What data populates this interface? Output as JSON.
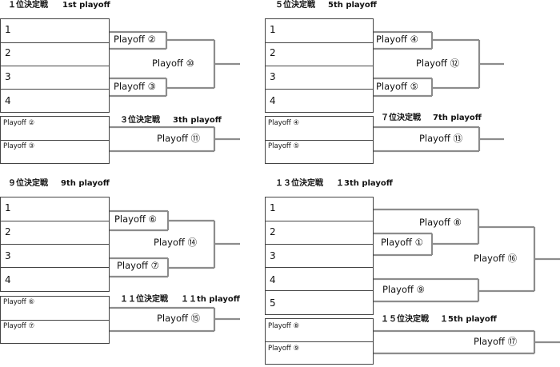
{
  "blocks": {
    "b1": {
      "heading": "１位決定戦",
      "heading_en": "1st playoff",
      "seeds": [
        "1",
        "2",
        "3",
        "4"
      ],
      "semis": [
        "Playoff ②",
        "Playoff ③"
      ],
      "final": "Playoff ⑩",
      "losers": [
        "Playoff ②",
        "Playoff ③"
      ],
      "sub_heading": "３位決定戦",
      "sub_heading_en": "3th playoff",
      "sub_final": "Playoff ⑪"
    },
    "b5": {
      "heading": "５位決定戦",
      "heading_en": "5th playoff",
      "seeds": [
        "1",
        "2",
        "3",
        "4"
      ],
      "semis": [
        "Playoff ④",
        "Playoff ⑤"
      ],
      "final": "Playoff ⑫",
      "losers": [
        "Playoff ④",
        "Playoff ⑤"
      ],
      "sub_heading": "７位決定戦",
      "sub_heading_en": "7th playoff",
      "sub_final": "Playoff ⑬"
    },
    "b9": {
      "heading": "９位決定戦",
      "heading_en": "9th playoff",
      "seeds": [
        "1",
        "2",
        "3",
        "4"
      ],
      "semis": [
        "Playoff ⑥",
        "Playoff ⑦"
      ],
      "final": "Playoff ⑭",
      "losers": [
        "Playoff ⑥",
        "Playoff ⑦"
      ],
      "sub_heading": "１１位決定戦",
      "sub_heading_en": "１１th playoff",
      "sub_final": "Playoff ⑮"
    },
    "b13": {
      "heading": "１３位決定戦",
      "heading_en": "１3th playoff",
      "seeds": [
        "1",
        "2",
        "3",
        "4",
        "5"
      ],
      "semis": [
        "Playoff ⑧",
        "Playoff ①",
        "Playoff ⑨"
      ],
      "final": "Playoff ⑯",
      "losers": [
        "Playoff ⑧",
        "Playoff ⑨"
      ],
      "sub_heading": "１５位決定戦",
      "sub_heading_en": "１5th playoff",
      "sub_final": "Playoff ⑰"
    }
  }
}
